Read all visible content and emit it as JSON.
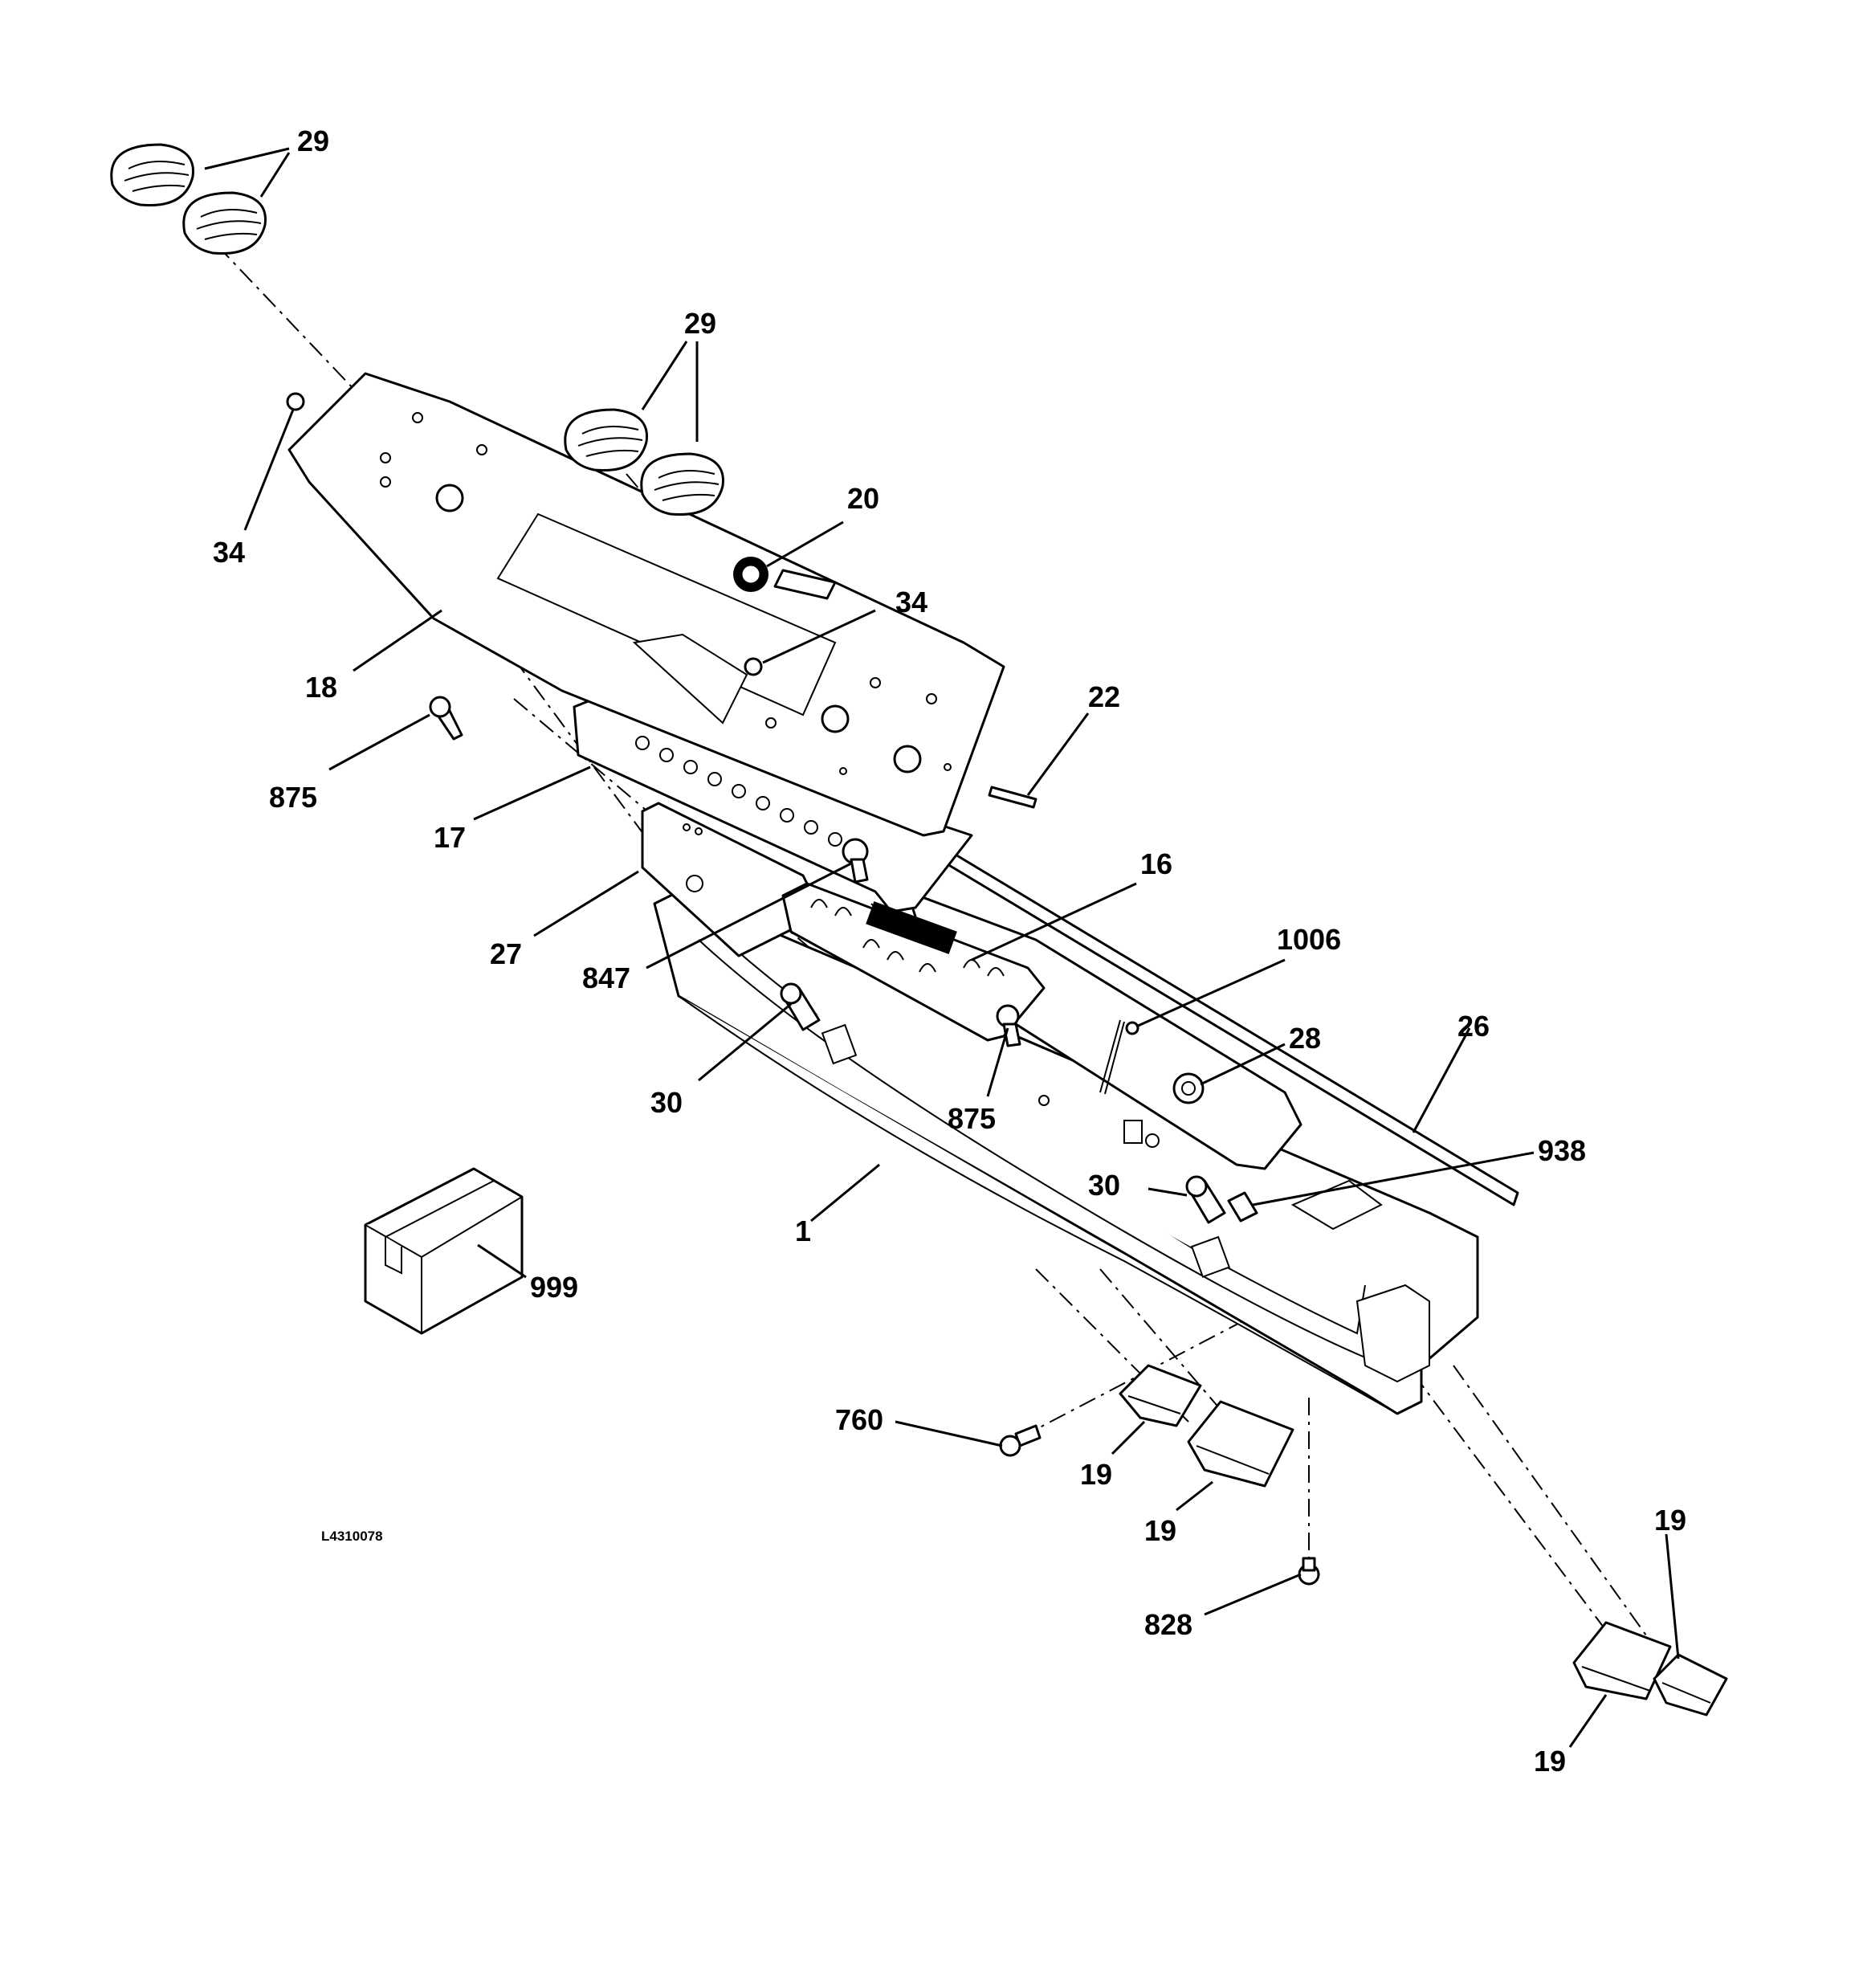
{
  "drawing_code": "L4310078",
  "labels": {
    "p29a": "29",
    "p29b": "29",
    "p34a": "34",
    "p18": "18",
    "p875a": "875",
    "p17": "17",
    "p27": "27",
    "p847": "847",
    "p30a": "30",
    "p20": "20",
    "p34b": "34",
    "p22": "22",
    "p16": "16",
    "p1006": "1006",
    "p28": "28",
    "p26": "26",
    "p875b": "875",
    "p938": "938",
    "p30b": "30",
    "p1": "1",
    "p999": "999",
    "p760": "760",
    "p19a": "19",
    "p19b": "19",
    "p828": "828",
    "p19c": "19",
    "p19d": "19"
  }
}
